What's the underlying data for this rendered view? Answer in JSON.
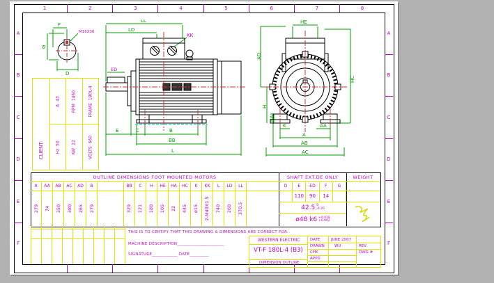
{
  "colors": {
    "background": "#b2b2b2",
    "sheet": "#ffffff",
    "magenta": "#c400c4",
    "green": "#00a000",
    "yellow": "#e3e300",
    "red": "#d03030",
    "cyan": "#00b8b8"
  },
  "grid": {
    "columns": [
      "1",
      "2",
      "3",
      "4",
      "5",
      "6",
      "7",
      "8"
    ],
    "rows": [
      "A",
      "B",
      "C",
      "D",
      "E",
      "F"
    ]
  },
  "detail_view": {
    "dim_f": "F",
    "dim_g": "G",
    "dim_d": "D",
    "note": "M16X36"
  },
  "client_panel": {
    "title": "CLIENT:",
    "top_cells": [
      {
        "label": "A",
        "value": "43"
      },
      {
        "label": "RPM",
        "value": "1460"
      },
      {
        "label": "FRAME",
        "value": "180L-4"
      }
    ],
    "bottom_cells": [
      {
        "label": "Hz",
        "value": "50"
      },
      {
        "label": "KW",
        "value": "22"
      },
      {
        "label": "VOLTS",
        "value": "660"
      }
    ]
  },
  "side_view": {
    "dim_ll": "LL",
    "dim_ld": "LD",
    "dim_kk": "KK",
    "dim_ed": "ED",
    "dim_e": "E",
    "dim_c": "C",
    "dim_b": "B",
    "dim_bb": "BB",
    "dim_l": "L"
  },
  "end_view": {
    "dim_he": "HE",
    "dim_ad": "AD",
    "dim_h": "H",
    "dim_ha": "HA",
    "dim_hc": "HC",
    "dim_k": "K",
    "dim_aa": "AA",
    "dim_a": "A",
    "dim_ab": "AB",
    "dim_ac": "AC"
  },
  "dimension_table": {
    "title": "OUTLINE DIMENSIONS FOOT MOUNTED MOTORS",
    "shaft_title": "SHAFT EXT.DE ONLY",
    "weight_title": "WEIGHT",
    "group1": [
      {
        "h": "A",
        "v": "279"
      },
      {
        "h": "AA",
        "v": "74"
      },
      {
        "h": "AB",
        "v": "350"
      },
      {
        "h": "AC",
        "v": "380"
      },
      {
        "h": "AD",
        "v": "265"
      },
      {
        "h": "B",
        "v": "279"
      }
    ],
    "group2": [
      {
        "h": "BB",
        "v": "329"
      },
      {
        "h": "C",
        "v": "121"
      },
      {
        "h": "H",
        "v": "180"
      },
      {
        "h": "HE",
        "v": "105"
      },
      {
        "h": "HA",
        "v": "22"
      },
      {
        "h": "HC",
        "v": "445"
      },
      {
        "h": "K",
        "v": "ø15"
      },
      {
        "h": "KK",
        "v": "2-M40X1.5"
      },
      {
        "h": "L",
        "v": "740"
      },
      {
        "h": "LD",
        "v": "260"
      },
      {
        "h": "LL",
        "v": "370.5"
      }
    ],
    "shaft_cols": [
      "D",
      "E",
      "ED",
      "F",
      "G"
    ],
    "shaft_row1": [
      "",
      "110",
      "90",
      "14",
      ""
    ],
    "shaft_g_value": "42.5",
    "shaft_g_tol_upper": "0",
    "shaft_g_tol_lower": "-0.20",
    "shaft_d_value": "ø48 k6",
    "shaft_d_tol_upper": "+0.018",
    "shaft_d_tol_lower": "+0.002"
  },
  "certification": {
    "line1": "THIS IS TO CERTIFY THAT THIS DRAWING & DIMENSIONS ARE CORRECT FOR",
    "machine_desc_label": "MACHINE DESCRIPTION",
    "machine_desc_blank": "______________________",
    "signature_label": "SIGNATURE",
    "signature_blank": "____________",
    "date_label": "DATE",
    "date_blank": "_________"
  },
  "title_block": {
    "company": "WESTERN ELECTRIC",
    "model": "VT-F 180L-4 (B3)",
    "drawing_title": "DIMENSION OUTLINE",
    "date_label": "DATE",
    "date_value": "JUNE 2007",
    "drawn_label": "DRAWN",
    "drawn_value": "WU",
    "chk_label": "CHK",
    "appd_label": "APPD",
    "rev_label": "REV",
    "dwg_label": "DWG #"
  }
}
